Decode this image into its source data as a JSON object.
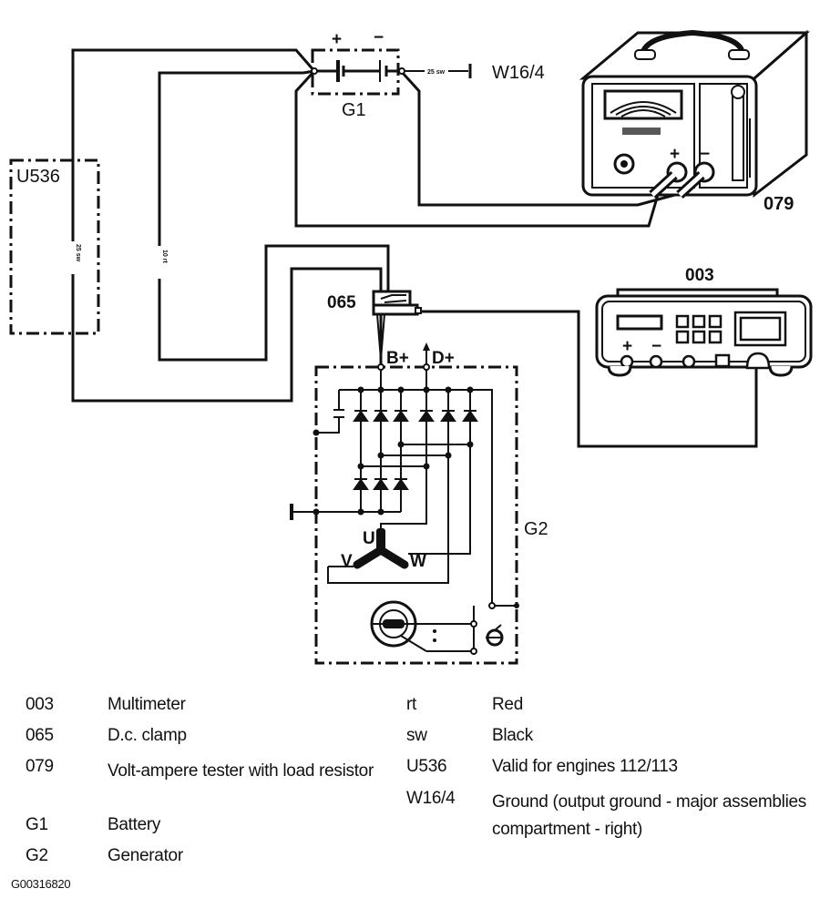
{
  "diagram": {
    "battery": {
      "label": "G1",
      "plus": "+",
      "minus": "−",
      "ground_label": "W16/4",
      "ground_wire": "25 sw"
    },
    "u536_box": {
      "label": "U536",
      "wire_label": "25 sw"
    },
    "inner_wire_label": "10 rt",
    "tester": {
      "label": "079",
      "plus": "+",
      "minus": "−"
    },
    "multimeter": {
      "label": "003",
      "plus": "+",
      "minus": "−"
    },
    "clamp": {
      "label": "065"
    },
    "generator": {
      "label": "G2",
      "b_plus": "B+",
      "d_plus": "D+",
      "phase_u": "U",
      "phase_v": "V",
      "phase_w": "W"
    }
  },
  "legend": {
    "left": [
      {
        "code": "003",
        "text": "Multimeter"
      },
      {
        "code": "065",
        "text": "D.c. clamp"
      },
      {
        "code": "079",
        "text": "Volt-ampere tester with load resistor"
      },
      {
        "code": "G1",
        "text": "Battery"
      },
      {
        "code": "G2",
        "text": "Generator"
      }
    ],
    "right": [
      {
        "code": "rt",
        "text": "Red"
      },
      {
        "code": "sw",
        "text": "Black"
      },
      {
        "code": "U536",
        "text": "Valid for engines 112/113"
      },
      {
        "code": "W16/4",
        "text": "Ground (output ground - major assemblies compartment - right)"
      }
    ]
  },
  "footer": "G00316820"
}
